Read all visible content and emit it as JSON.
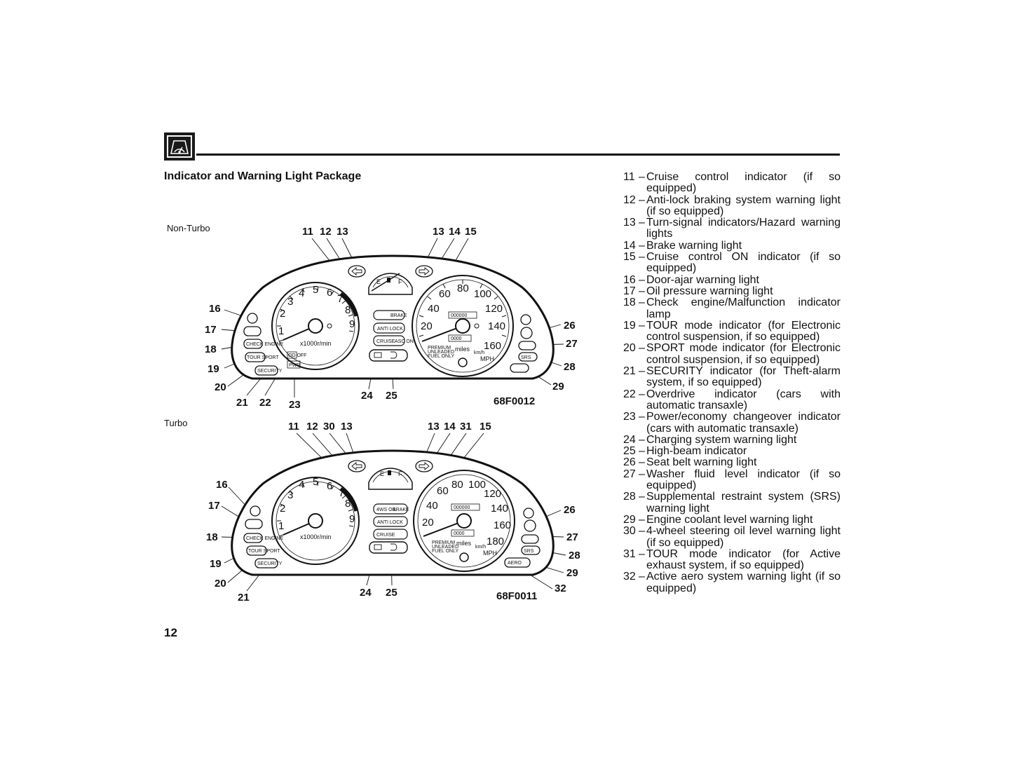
{
  "header": {
    "section_icon": "instrument-panel-icon",
    "title": "Indicator and Warning Light Package"
  },
  "non_turbo": {
    "label": "Non-Turbo",
    "figure_code": "68F0012",
    "callouts": [
      "11",
      "12",
      "13",
      "13",
      "14",
      "15",
      "16",
      "17",
      "18",
      "19",
      "20",
      "21",
      "22",
      "23",
      "24",
      "25",
      "26",
      "27",
      "28",
      "29"
    ]
  },
  "turbo": {
    "label": "Turbo",
    "figure_code": "68F0011",
    "callouts": [
      "11",
      "12",
      "30",
      "13",
      "13",
      "14",
      "31",
      "15",
      "16",
      "17",
      "18",
      "19",
      "20",
      "21",
      "24",
      "25",
      "26",
      "27",
      "28",
      "29",
      "32"
    ]
  },
  "gauge_text": {
    "tach_numbers": [
      "1",
      "2",
      "3",
      "4",
      "5",
      "6",
      "7",
      "8",
      "9"
    ],
    "tach_unit": "x1000r/min",
    "speed_numbers": [
      "20",
      "40",
      "60",
      "80",
      "100",
      "120",
      "140",
      "160"
    ],
    "speed_numbers_turbo": [
      "20",
      "40",
      "60",
      "80",
      "100",
      "120",
      "140",
      "160",
      "180"
    ],
    "speed_unit": "MPH",
    "miles": "miles",
    "kmh": "km/h",
    "fuel_e": "E",
    "fuel_f": "F",
    "premium": "PREMIUM",
    "unleaded": "UNLEADED",
    "fuel_only": "FUEL ONLY",
    "odo": "000000",
    "trip": "0000",
    "brake": "BRAKE",
    "anti_lock": "ANTI LOCK",
    "cruise": "CRUISE",
    "asc_on": "ASC ON",
    "check_engine": "CHECK ENGINE",
    "tour_sport": "TOUR SPORT",
    "security": "SECURITY",
    "od_off": "OD OFF",
    "pwr": "PWR",
    "srs": "SRS",
    "aero": "AERO",
    "four_ws_oil": "4WS OIL"
  },
  "legend": [
    {
      "num": "11",
      "text": "Cruise control indicator (if so equipped)"
    },
    {
      "num": "12",
      "text": "Anti-lock braking system warning light (if so equipped)"
    },
    {
      "num": "13",
      "text": "Turn-signal indicators/Hazard warning lights"
    },
    {
      "num": "14",
      "text": "Brake warning light"
    },
    {
      "num": "15",
      "text": "Cruise control ON indicator (if so equipped)"
    },
    {
      "num": "16",
      "text": "Door-ajar warning light"
    },
    {
      "num": "17",
      "text": "Oil pressure warning light"
    },
    {
      "num": "18",
      "text": "Check engine/Malfunction indicator lamp"
    },
    {
      "num": "19",
      "text": "TOUR mode indicator (for Electronic control suspension, if so equipped)"
    },
    {
      "num": "20",
      "text": "SPORT mode indicator (for Electronic control suspension, if so equipped)"
    },
    {
      "num": "21",
      "text": "SECURITY indicator (for Theft-alarm system, if so equipped)"
    },
    {
      "num": "22",
      "text": "Overdrive indicator (cars with automatic transaxle)"
    },
    {
      "num": "23",
      "text": "Power/economy changeover indicator (cars with automatic transaxle)"
    },
    {
      "num": "24",
      "text": "Charging system warning light"
    },
    {
      "num": "25",
      "text": "High-beam indicator"
    },
    {
      "num": "26",
      "text": "Seat belt warning light"
    },
    {
      "num": "27",
      "text": "Washer fluid level indicator (if so equipped)"
    },
    {
      "num": "28",
      "text": "Supplemental restraint system (SRS) warning light"
    },
    {
      "num": "29",
      "text": "Engine coolant level warning light"
    },
    {
      "num": "30",
      "text": "4-wheel steering oil level warning light (if so equipped)"
    },
    {
      "num": "31",
      "text": "TOUR mode indicator (for Active exhaust system, if so equipped)"
    },
    {
      "num": "32",
      "text": "Active aero system warning light (if so equipped)"
    }
  ],
  "page_number": "12"
}
